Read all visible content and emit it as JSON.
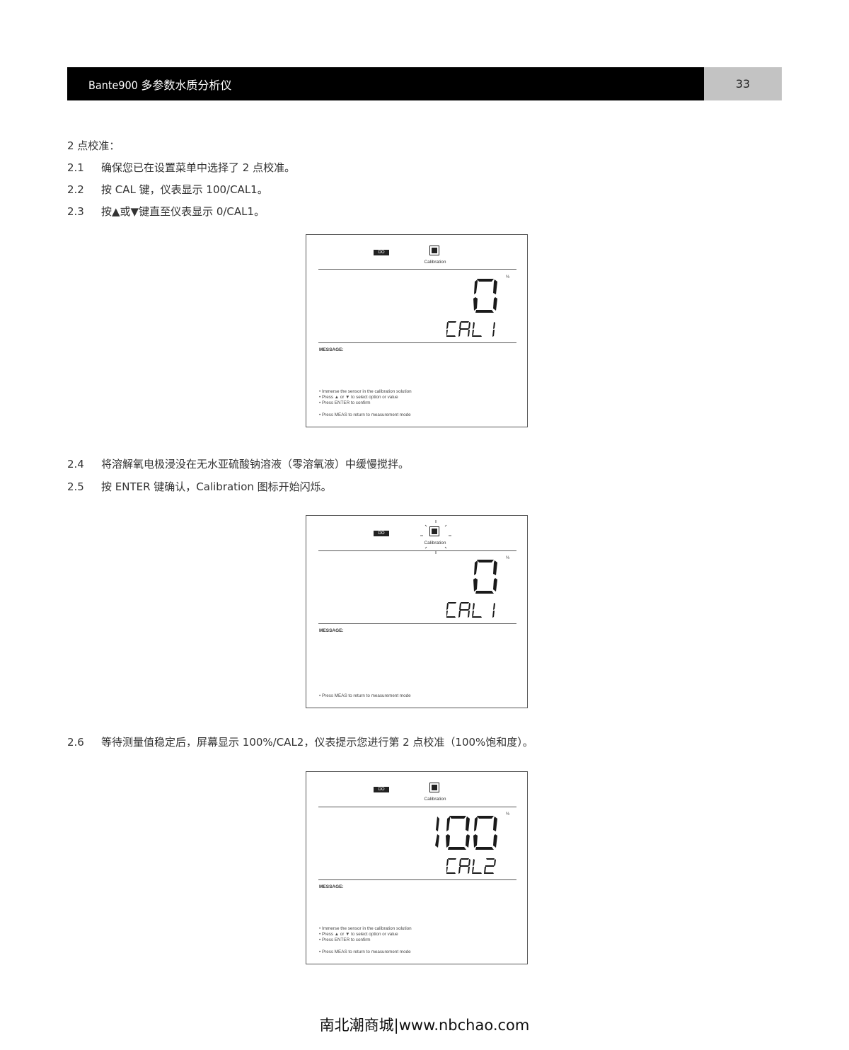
{
  "header": {
    "title": "Bante900 多参数水质分析仪",
    "page_number": "33",
    "colors": {
      "title_bar_bg": "#000000",
      "page_num_bg": "#c3c3c3"
    }
  },
  "section_title": "2 点校准：",
  "steps": [
    {
      "num": "2.1",
      "text": "确保您已在设置菜单中选择了 2 点校准。"
    },
    {
      "num": "2.2",
      "text": "按 CAL 键，仪表显示 100/CAL1。"
    },
    {
      "num": "2.3",
      "text": "按▲或▼键直至仪表显示 0/CAL1。"
    },
    {
      "num": "2.4",
      "text": "将溶解氧电极浸没在无水亚硫酸钠溶液（零溶氧液）中缓慢搅拌。"
    },
    {
      "num": "2.5",
      "text": "按 ENTER 键确认，Calibration 图标开始闪烁。"
    },
    {
      "num": "2.6",
      "text": "等待测量值稳定后，屏幕显示 100%/CAL2，仪表提示您进行第 2 点校准（100%饱和度）。"
    }
  ],
  "displays": [
    {
      "mode_badge": "DO",
      "icon": "calibration-icon",
      "icon_label": "Calibration",
      "icon_blinking": false,
      "unit": "%",
      "main_value": "0",
      "sub_value": "CAL1",
      "message_label": "MESSAGE:",
      "hints": [
        "• Immerse the sensor in the calibration solution",
        "• Press ▲ or ▼ to select option or value",
        "• Press ENTER to confirm"
      ],
      "meas_hint": "• Press MEAS to return to measurement mode"
    },
    {
      "mode_badge": "DO",
      "icon": "calibration-icon",
      "icon_label": "Calibration",
      "icon_blinking": true,
      "unit": "%",
      "main_value": "0",
      "sub_value": "CAL1",
      "message_label": "MESSAGE:",
      "hints": [],
      "meas_hint": "• Press MEAS to return to measurement mode"
    },
    {
      "mode_badge": "DO",
      "icon": "calibration-icon",
      "icon_label": "Calibration",
      "icon_blinking": false,
      "unit": "%",
      "main_value": "100",
      "sub_value": "CAL2",
      "message_label": "MESSAGE:",
      "hints": [
        "• Immerse the sensor in the calibration solution",
        "• Press ▲ or ▼ to select option or value",
        "• Press ENTER to confirm"
      ],
      "meas_hint": "• Press MEAS to return to measurement mode"
    }
  ],
  "footer": {
    "text": "南北潮商城|www.nbchao.com"
  }
}
